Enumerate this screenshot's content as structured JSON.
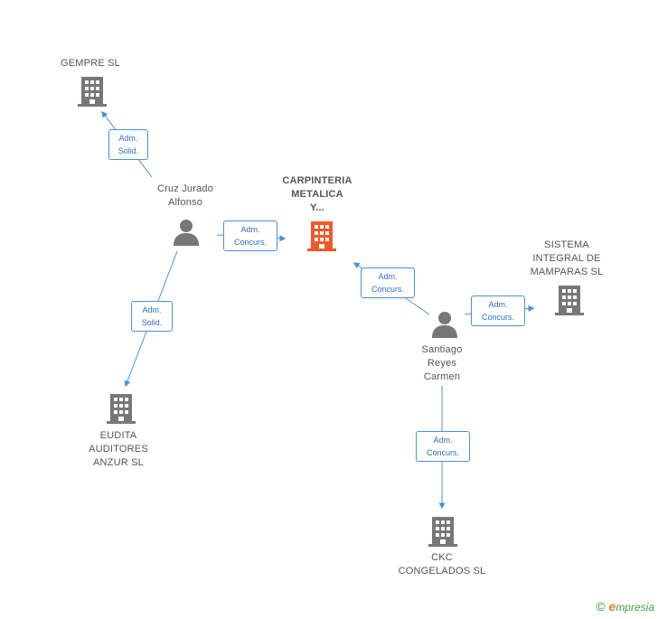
{
  "nodes": {
    "carpinteria": {
      "label": "CARPINTERIA\nMETALICA\nY...",
      "kind": "company",
      "color": "#f05a28"
    },
    "gempre": {
      "label": "GEMPRE SL",
      "kind": "company",
      "color": "#777777"
    },
    "cruz": {
      "label": "Cruz Jurado\nAlfonso",
      "kind": "person",
      "color": "#777777"
    },
    "sistema": {
      "label": "SISTEMA\nINTEGRAL DE\nMAMPARAS SL",
      "kind": "company",
      "color": "#777777"
    },
    "santiago": {
      "label": "Santiago\nReyes\nCarmen",
      "kind": "person",
      "color": "#777777"
    },
    "eudita": {
      "label": "EUDITA\nAUDITORES\nANZUR SL",
      "kind": "company",
      "color": "#777777"
    },
    "ckc": {
      "label": "CKC\nCONGELADOS SL",
      "kind": "company",
      "color": "#777777"
    }
  },
  "edges": {
    "cruz_gempre": {
      "label": "Adm.\nSolid."
    },
    "cruz_carpinteria": {
      "label": "Adm.\nConcurs."
    },
    "cruz_eudita": {
      "label": "Adm.\nSolid."
    },
    "santiago_carpinteria": {
      "label": "Adm.\nConcurs."
    },
    "santiago_sistema": {
      "label": "Adm.\nConcurs."
    },
    "santiago_ckc": {
      "label": "Adm.\nConcurs."
    }
  },
  "colors": {
    "edge": "#4a90d9",
    "edge_text": "#2f6fb5",
    "main_company": "#f05a28",
    "icon": "#777777"
  },
  "footer": {
    "copyright_symbol": "©",
    "brand_initial": "e",
    "brand_rest": "mpresia"
  }
}
